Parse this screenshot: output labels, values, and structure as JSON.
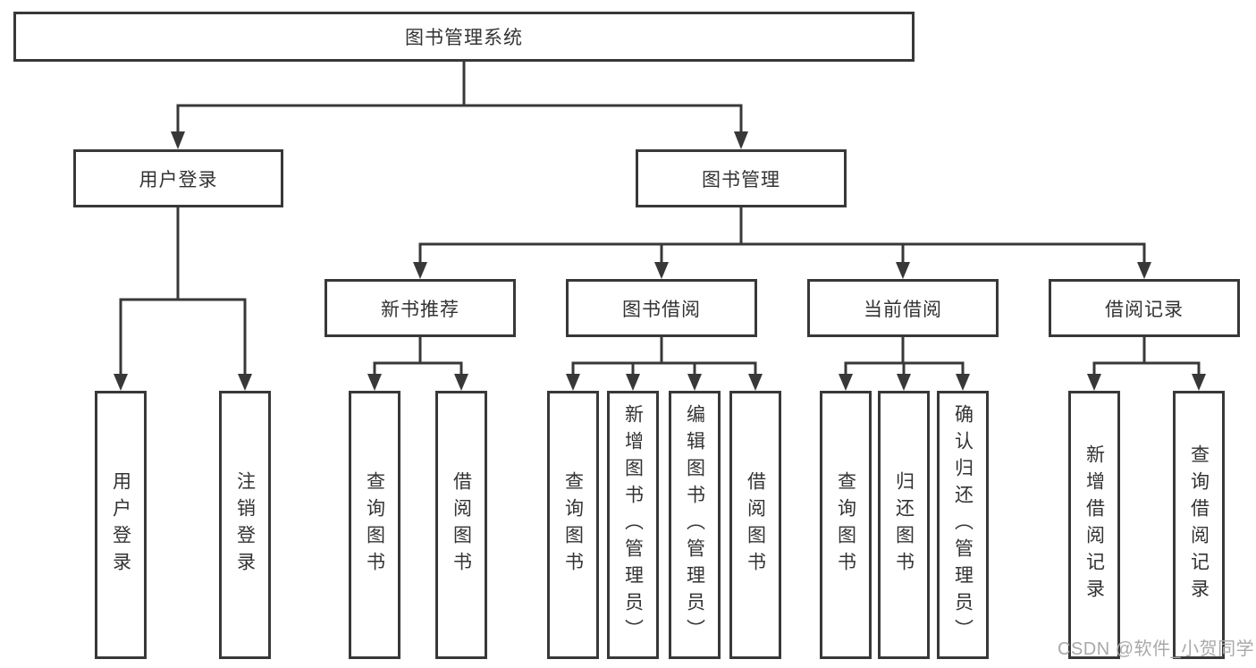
{
  "diagram": {
    "type": "hierarchy-tree",
    "orientation": "top-down",
    "tree": {
      "label": "图书管理系统",
      "children": [
        {
          "label": "用户登录",
          "children": [
            {
              "label": "用户登录"
            },
            {
              "label": "注销登录"
            }
          ]
        },
        {
          "label": "图书管理",
          "children": [
            {
              "label": "新书推荐",
              "children": [
                {
                  "label": "查询图书"
                },
                {
                  "label": "借阅图书"
                }
              ]
            },
            {
              "label": "图书借阅",
              "children": [
                {
                  "label": "查询图书"
                },
                {
                  "label": "新增图书（管理员）"
                },
                {
                  "label": "编辑图书（管理员）"
                },
                {
                  "label": "借阅图书"
                }
              ]
            },
            {
              "label": "当前借阅",
              "children": [
                {
                  "label": "查询图书"
                },
                {
                  "label": "归还图书"
                },
                {
                  "label": "确认归还（管理员）"
                }
              ]
            },
            {
              "label": "借阅记录",
              "children": [
                {
                  "label": "新增借阅记录"
                },
                {
                  "label": "查询借阅记录"
                }
              ]
            }
          ]
        }
      ]
    }
  },
  "watermark": {
    "text": "CSDN @软件_小贺同学"
  },
  "colors": {
    "line": "#383838",
    "box_border": "#383838",
    "text": "#333333",
    "watermark": "#a9a9a9",
    "background": "#ffffff"
  }
}
